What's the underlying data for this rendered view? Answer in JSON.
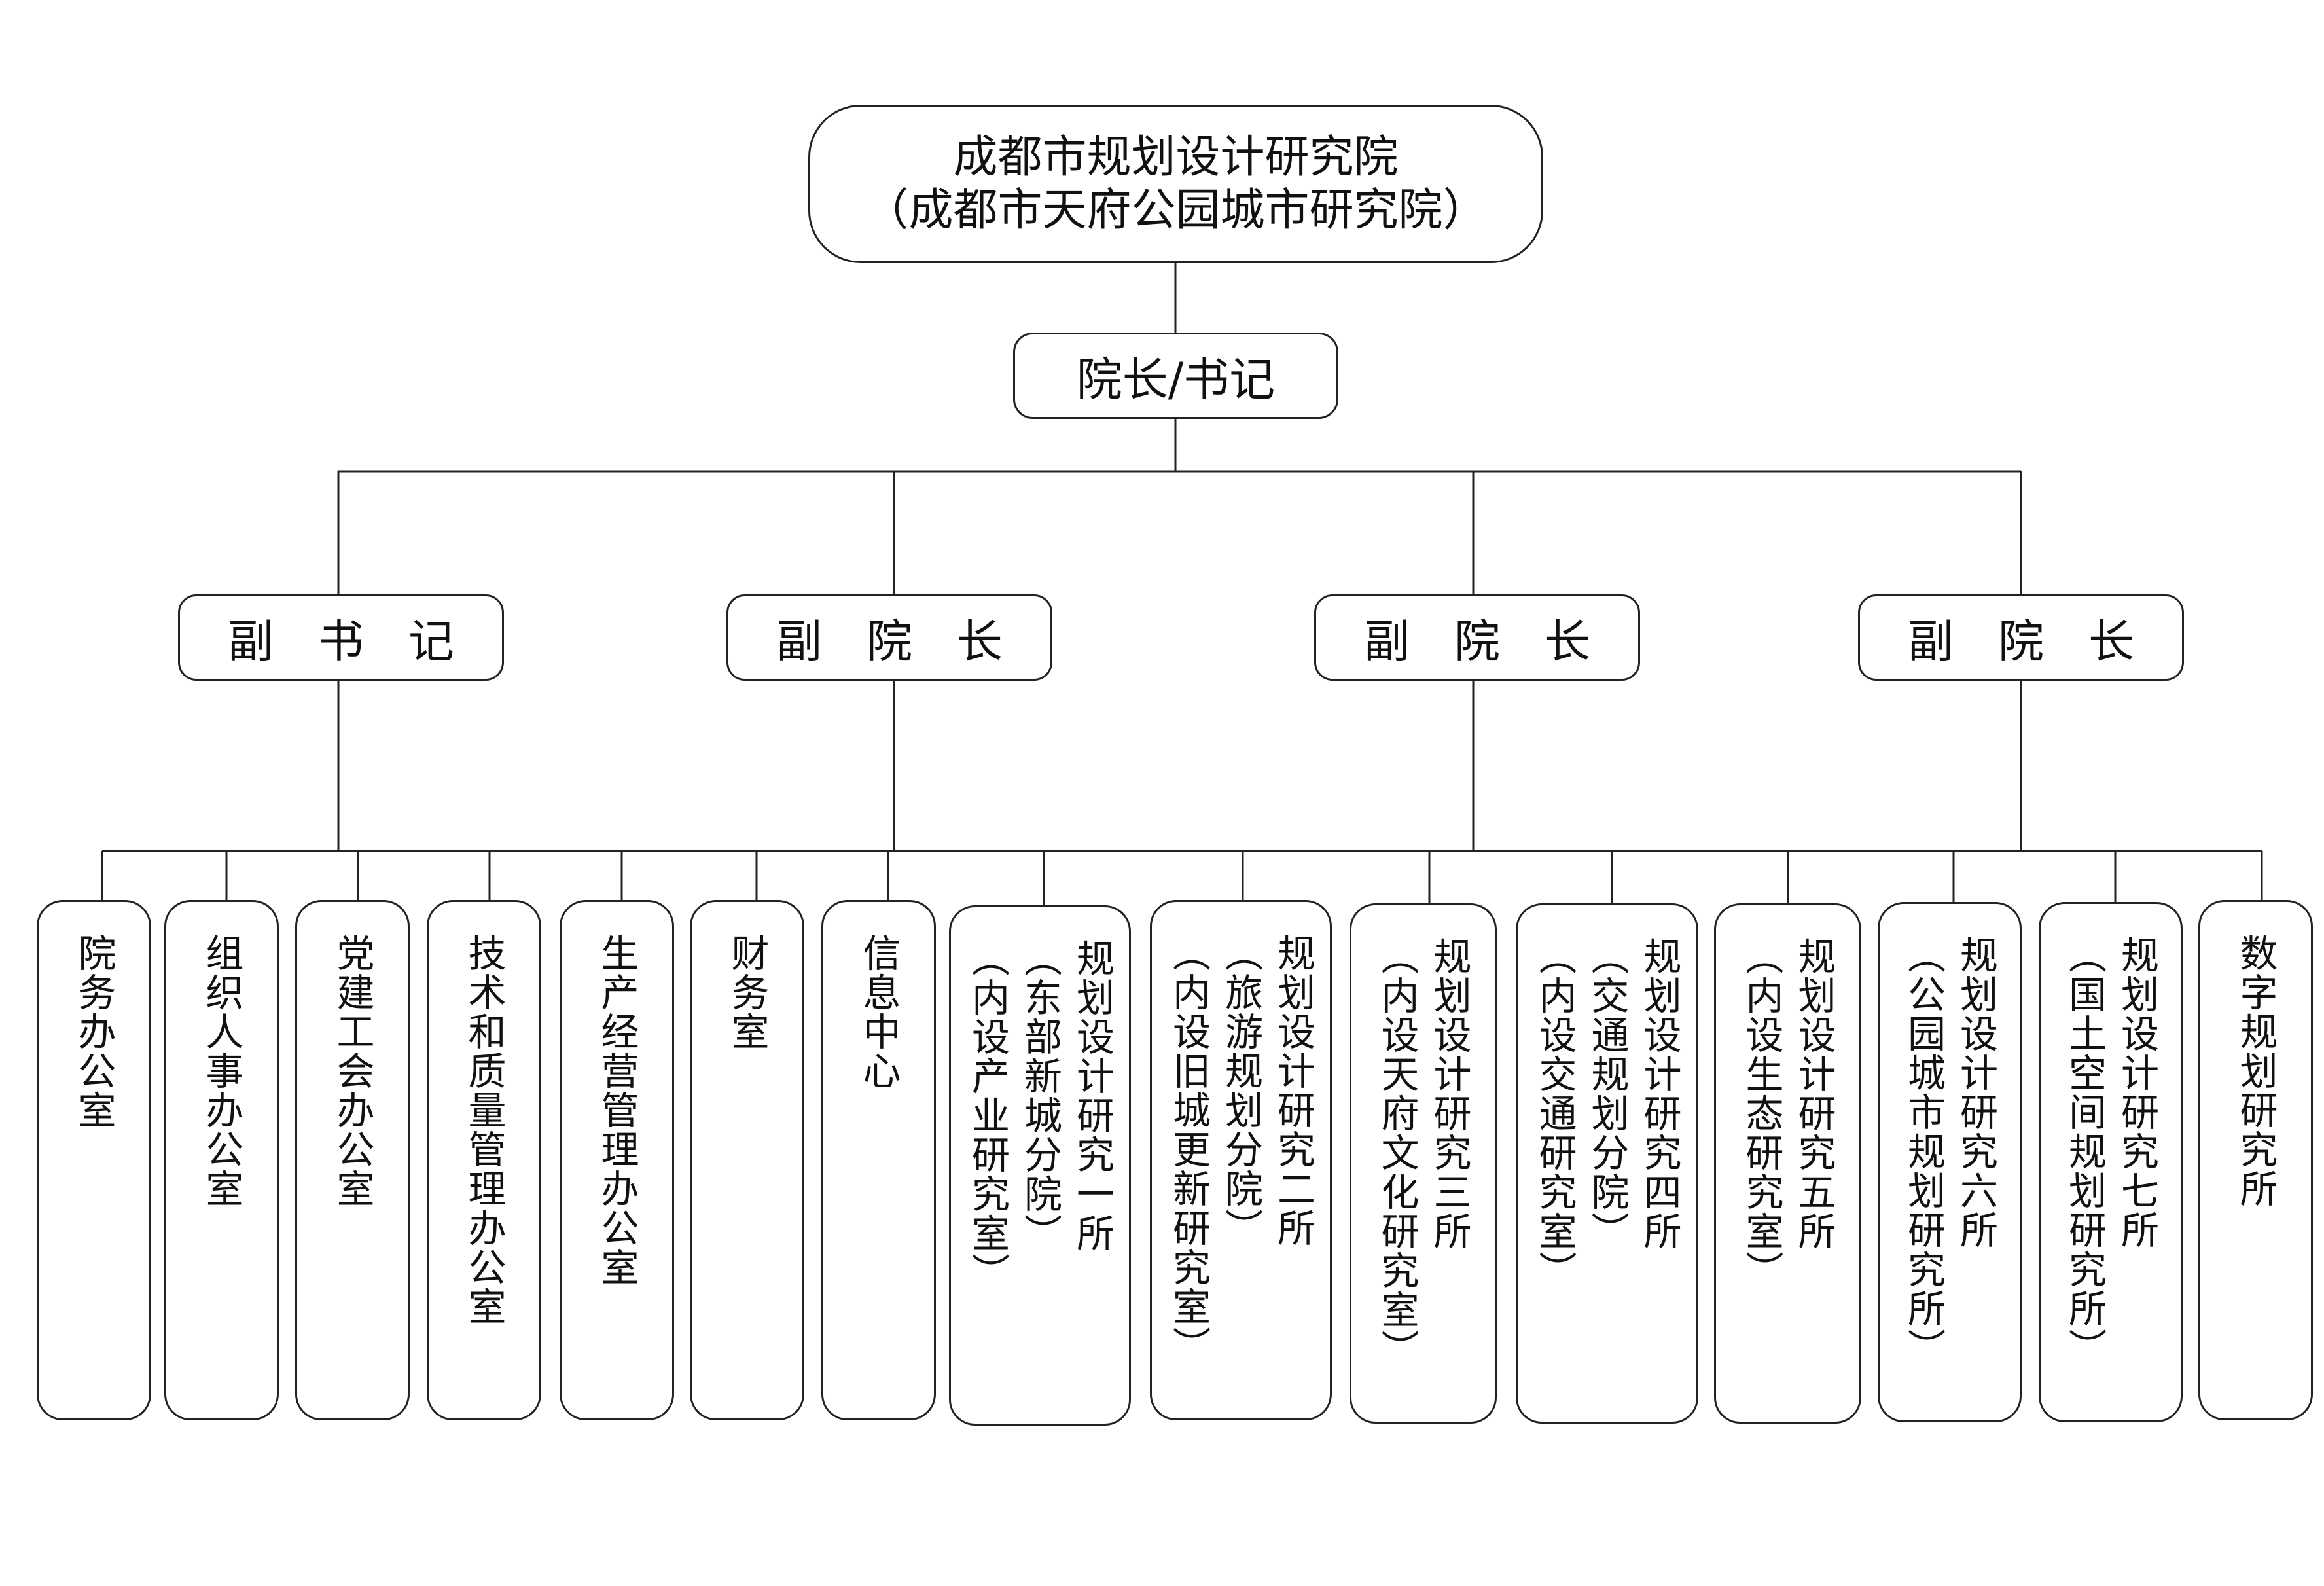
{
  "root": {
    "line1": "成都市规划设计研究院",
    "line2": "（成都市天府公园城市研究院）"
  },
  "president": "院长/书记",
  "deputies": [
    "副书记",
    "副院长",
    "副院长",
    "副院长"
  ],
  "units": [
    "院务办公室",
    "组织人事办公室",
    "党建工会办公室",
    "技术和质量管理办公室",
    "生产经营管理办公室",
    "财务室",
    "信息中心",
    "规划设计研究一所\n（东部新城分院）\n（内设产业研究室）",
    "规划设计研究二所\n（旅游规划分院）\n（内设旧城更新研究室）",
    "规划设计研究三所\n（内设天府文化研究室）",
    "规划设计研究四所\n（交通规划分院）\n（内设交通研究室）",
    "规划设计研究五所\n（内设生态研究室）",
    "规划设计研究六所\n（公园城市规划研究所）",
    "规划设计研究七所\n（国土空间规划研究所）",
    "数字规划研究所"
  ],
  "colors": {
    "line": "#222222",
    "text": "#111111",
    "background": "#ffffff"
  }
}
